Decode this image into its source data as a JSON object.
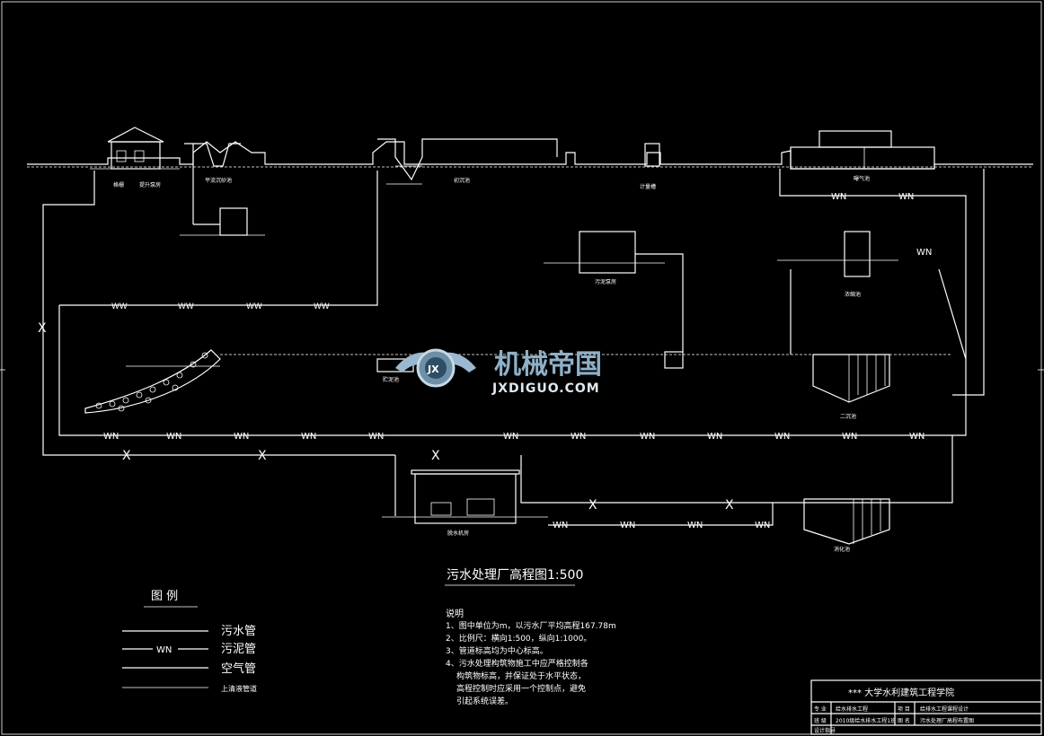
{
  "drawing": {
    "title": "污水处理厂高程图1:500",
    "pipe_code_sludge": "WN",
    "pipe_code_air": "X",
    "label_ww": "WW"
  },
  "watermark": {
    "badge": "JX",
    "brand": "机械帝国",
    "domain": "JXDIGUO.COM"
  },
  "legend": {
    "heading": "图  例",
    "items": [
      {
        "sample": "",
        "label": "污水管"
      },
      {
        "sample": "WN",
        "label": "污泥管"
      },
      {
        "sample": "",
        "label": "空气管"
      },
      {
        "sample": "",
        "label": "上清液管道"
      }
    ]
  },
  "notes": {
    "heading": "说明",
    "lines": [
      "1、图中单位为m，以污水厂平均高程167.78m",
      "2、比例尺：横向1:500，纵向1:1000。",
      "3、管道标高均为中心标高。",
      "4、污水处理构筑物施工中应严格控制各",
      "构筑物标高，并保证处于水平状态，",
      "高程控制时应采用一个控制点，避免",
      "引起系统误差。"
    ]
  },
  "titleblock": {
    "school": "*** 大学水利建筑工程学院",
    "r1c1": "专 业",
    "r1c2": "给水排水工程",
    "r1c3": "项 目",
    "r1c4": "给排水工程课程设计",
    "r2c1": "班 级",
    "r2c2": "2010级给水排水工程1班",
    "r2c3": "图 名",
    "r2c4": "污水处理厂高程布置图",
    "r3c1": "设计指导"
  },
  "structure_labels": [
    "格栅",
    "提升泵房",
    "平流沉砂池",
    "初沉池",
    "计量槽",
    "曝气池",
    "污泥泵房",
    "浓缩池",
    "二沉池",
    "消化池",
    "脱水机房",
    "贮泥池"
  ]
}
